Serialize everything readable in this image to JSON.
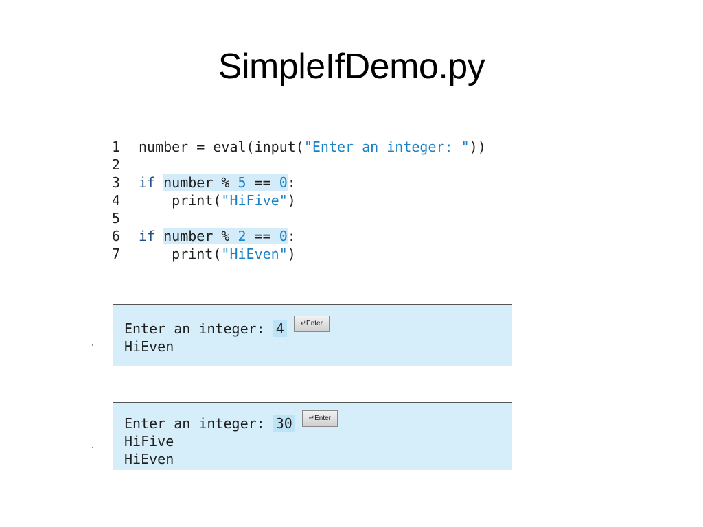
{
  "slide": {
    "title": "SimpleIfDemo.py"
  },
  "code": {
    "lines": [
      {
        "num": "1",
        "pre": "number = eval(input(",
        "str": "\"Enter an integer: \"",
        "post": "))"
      },
      {
        "num": "2"
      },
      {
        "num": "3",
        "kw": "if",
        "cond_a": "number % ",
        "lit1": "5",
        "cond_b": " == ",
        "lit2": "0",
        "post": ":"
      },
      {
        "num": "4",
        "indent_call": "    print(",
        "str": "\"HiFive\"",
        "post": ")"
      },
      {
        "num": "5"
      },
      {
        "num": "6",
        "kw": "if",
        "cond_a": "number % ",
        "lit1": "2",
        "cond_b": " == ",
        "lit2": "0",
        "post": ":"
      },
      {
        "num": "7",
        "indent_call": "    print(",
        "str": "\"HiEven\"",
        "post": ")"
      }
    ]
  },
  "runs": [
    {
      "prompt": "Enter an integer: ",
      "input": "4",
      "enter_key": "↵Enter",
      "output": [
        "HiEven"
      ]
    },
    {
      "prompt": "Enter an integer: ",
      "input": "30",
      "enter_key": "↵Enter",
      "output": [
        "HiFive",
        "HiEven"
      ]
    }
  ],
  "colors": {
    "console_bg": "#d5eefa",
    "highlight": "#d4ecfa",
    "keyword": "#1d4f8a",
    "string": "#1a82c4"
  }
}
